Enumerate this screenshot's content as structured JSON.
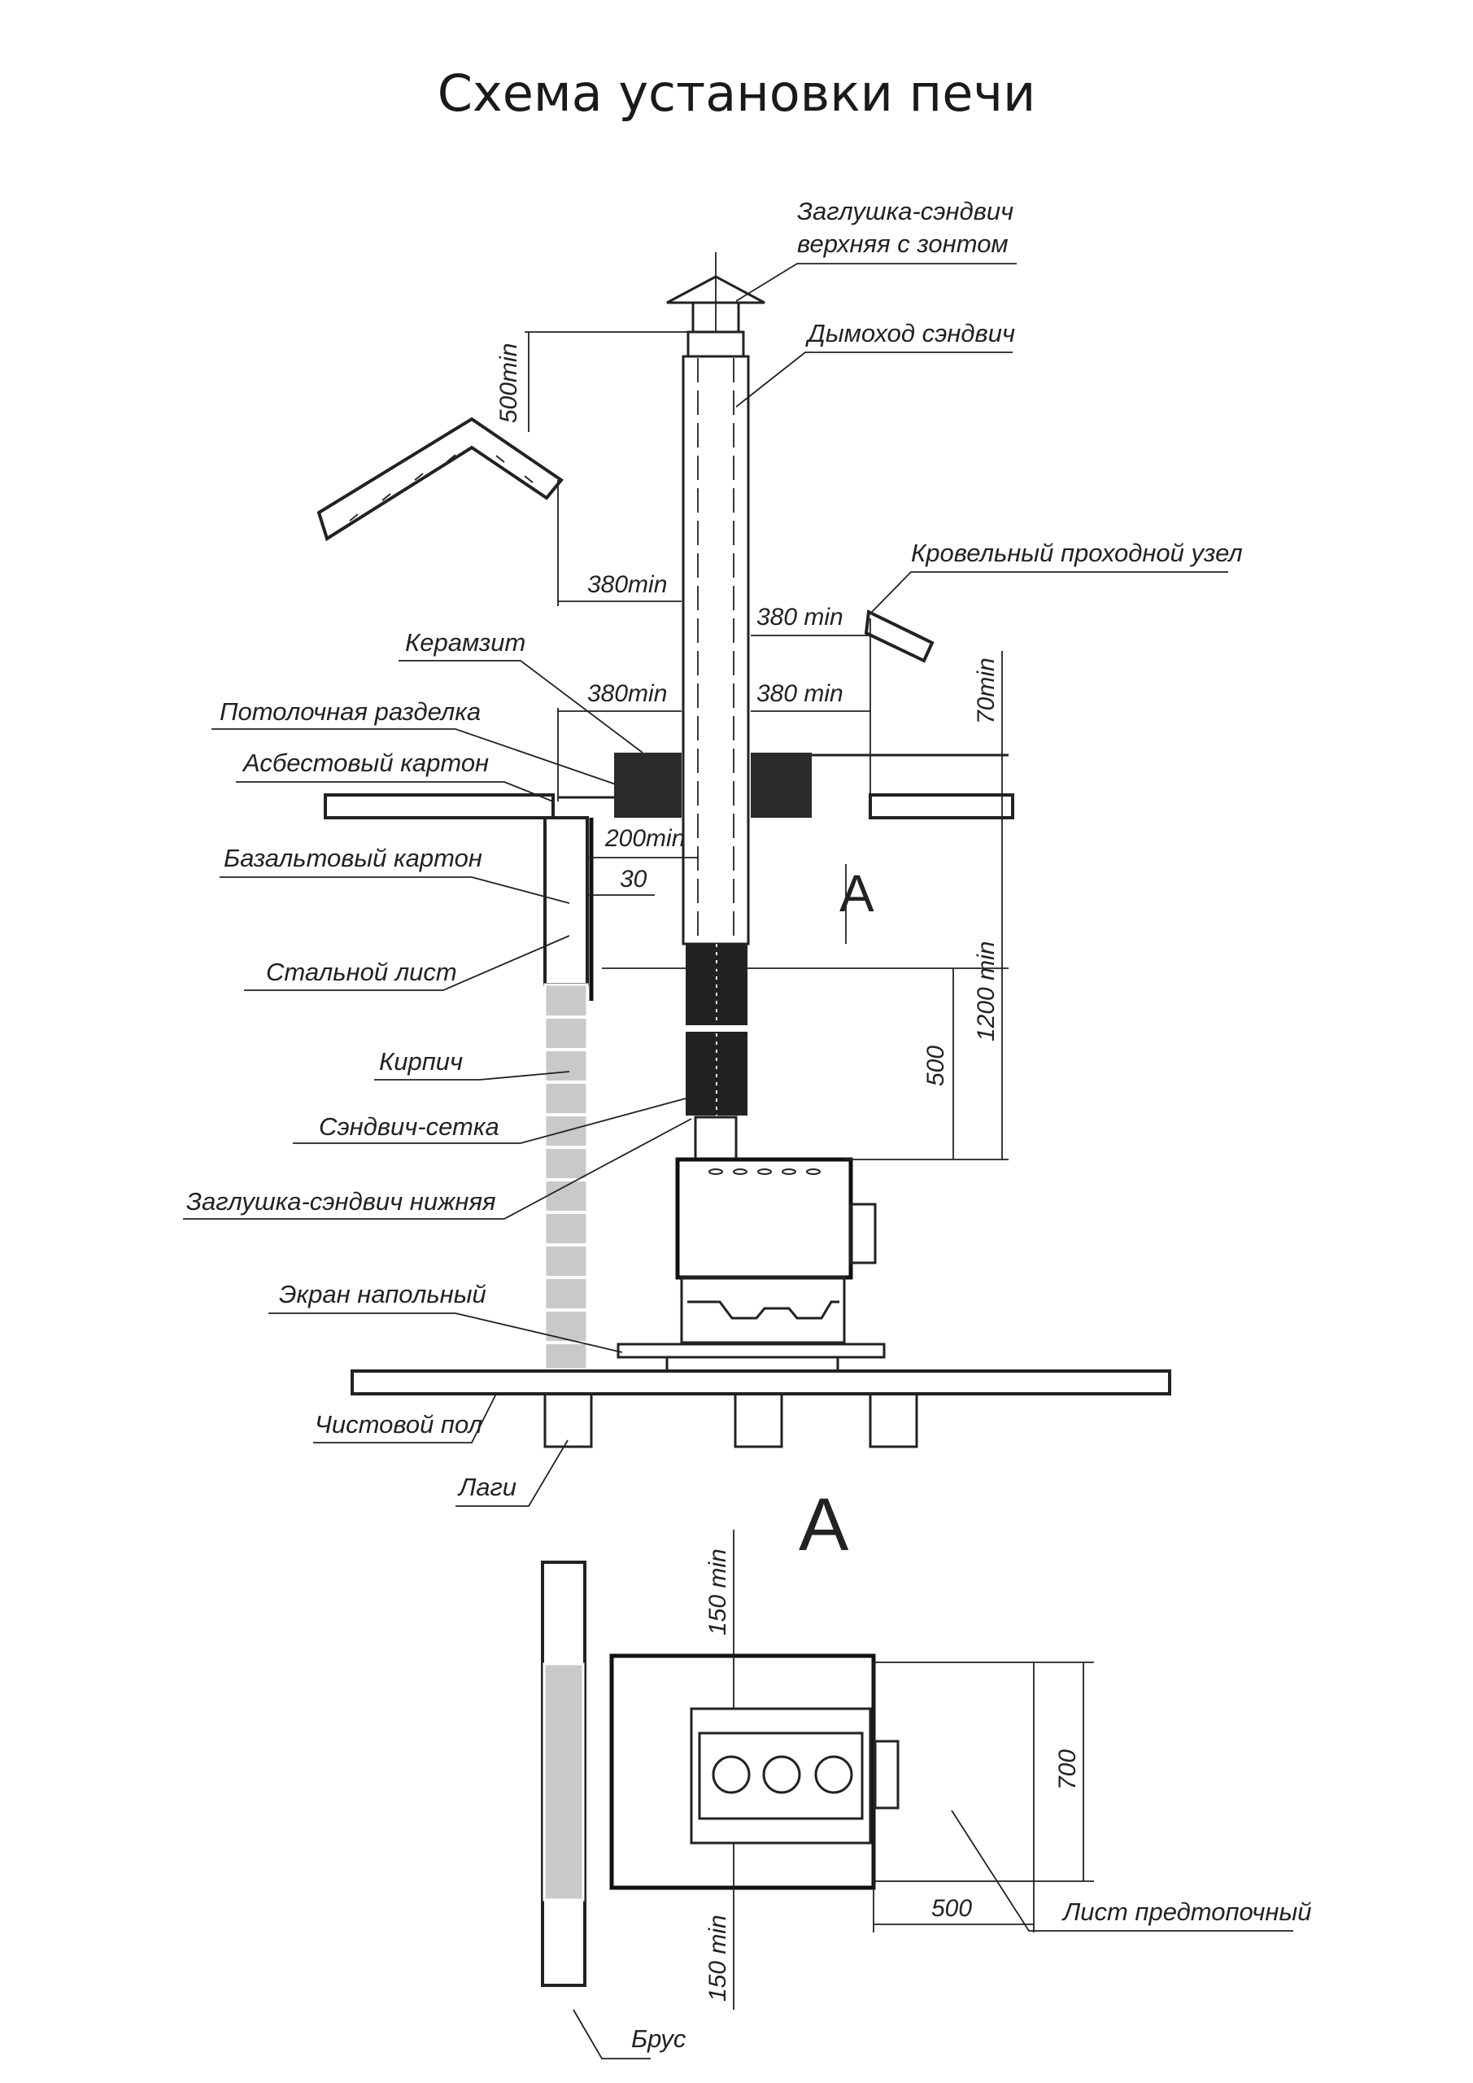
{
  "title": "Схема установки печи",
  "labels": {
    "cap_top_1": "Заглушка-сэндвич",
    "cap_top_2": "верхняя с зонтом",
    "chimney": "Дымоход сэндвич",
    "roof_node": "Кровельный проходной узел",
    "keramzit": "Керамзит",
    "ceiling_cut": "Потолочная разделка",
    "asbestos": "Асбестовый картон",
    "basalt": "Базальтовый картон",
    "steel_sheet": "Стальной лист",
    "brick": "Кирпич",
    "sandwich_mesh": "Сэндвич-сетка",
    "cap_bottom": "Заглушка-сэндвич нижняя",
    "floor_screen": "Экран напольный",
    "finish_floor": "Чистовой пол",
    "joists": "Лаги",
    "pre_sheet": "Лист предтопочный",
    "beam": "Брус"
  },
  "dimensions": {
    "roof_height": "500min",
    "roof_left": "380min",
    "roof_right": "380 min",
    "ceiling_left": "380min",
    "ceiling_right": "380 min",
    "keramzit_height": "70min",
    "wall_gap": "200min",
    "basalt_gap": "30",
    "ceiling_height": "1200 min",
    "mesh_height": "500",
    "side_top": "150 min",
    "side_bottom": "150 min",
    "sheet_width": "700",
    "sheet_depth": "500"
  },
  "section": {
    "arrow_label": "A",
    "view_label": "A"
  }
}
